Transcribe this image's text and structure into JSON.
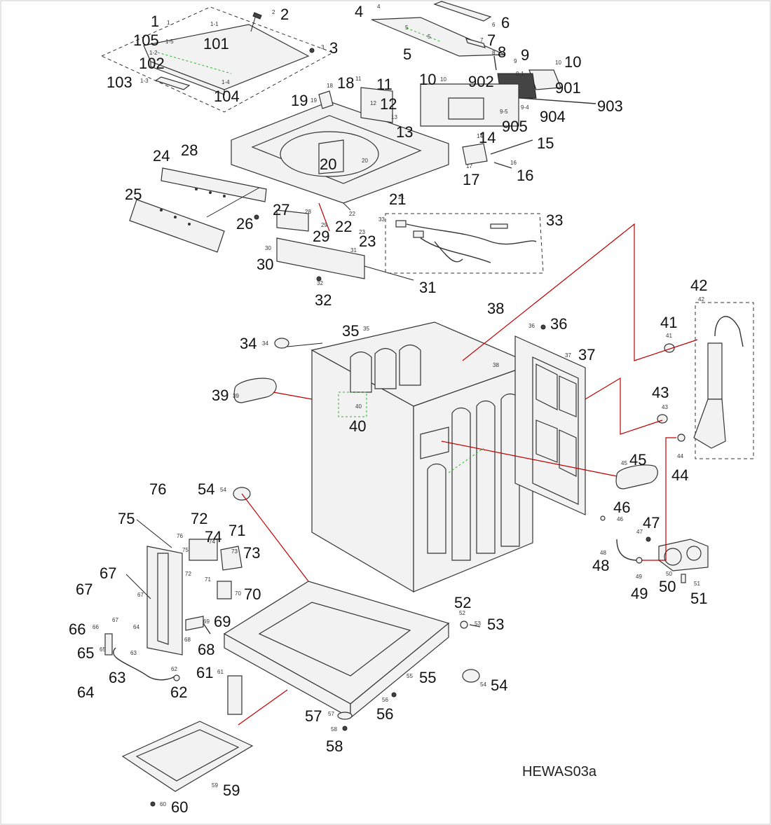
{
  "diagram_code": "HEWAS03a",
  "callouts": [
    "1",
    "2",
    "3",
    "4",
    "5",
    "6",
    "7",
    "8",
    "9",
    "10",
    "10",
    "101",
    "102",
    "103",
    "104",
    "105",
    "11",
    "12",
    "13",
    "14",
    "15",
    "16",
    "17",
    "18",
    "19",
    "20",
    "21",
    "22",
    "23",
    "24",
    "25",
    "26",
    "27",
    "28",
    "29",
    "30",
    "31",
    "32",
    "33",
    "34",
    "35",
    "36",
    "37",
    "38",
    "39",
    "40",
    "41",
    "42",
    "43",
    "44",
    "45",
    "46",
    "47",
    "48",
    "49",
    "50",
    "51",
    "52",
    "53",
    "54",
    "54",
    "55",
    "56",
    "57",
    "58",
    "59",
    "60",
    "61",
    "62",
    "63",
    "64",
    "65",
    "66",
    "67",
    "67",
    "68",
    "69",
    "70",
    "71",
    "72",
    "73",
    "74",
    "75",
    "76",
    "901",
    "902",
    "903",
    "904",
    "905"
  ],
  "small_labels": [
    "1",
    "1-1",
    "1-5",
    "1-2",
    "1-3",
    "1-4",
    "2",
    "3",
    "4",
    "5",
    "5",
    "6",
    "7",
    "8",
    "9",
    "9-1",
    "10",
    "10",
    "9-5",
    "9-4",
    "11",
    "12",
    "13",
    "14",
    "16",
    "17",
    "18",
    "19",
    "20",
    "21",
    "22",
    "23",
    "28",
    "29",
    "30",
    "31",
    "32",
    "33",
    "34",
    "35",
    "36",
    "37",
    "38",
    "39",
    "40",
    "41",
    "42",
    "43",
    "44",
    "45",
    "46",
    "47",
    "48",
    "49",
    "50",
    "51",
    "52",
    "53",
    "54",
    "54",
    "55",
    "56",
    "57",
    "58",
    "59",
    "60",
    "61",
    "62",
    "63",
    "64",
    "65",
    "66",
    "67",
    "67",
    "68",
    "69",
    "70",
    "71",
    "72",
    "73",
    "74",
    "75",
    "76"
  ],
  "colors": {
    "leader": "#222222",
    "red_leader": "#c00000",
    "green_marking": "#2bb52b"
  }
}
